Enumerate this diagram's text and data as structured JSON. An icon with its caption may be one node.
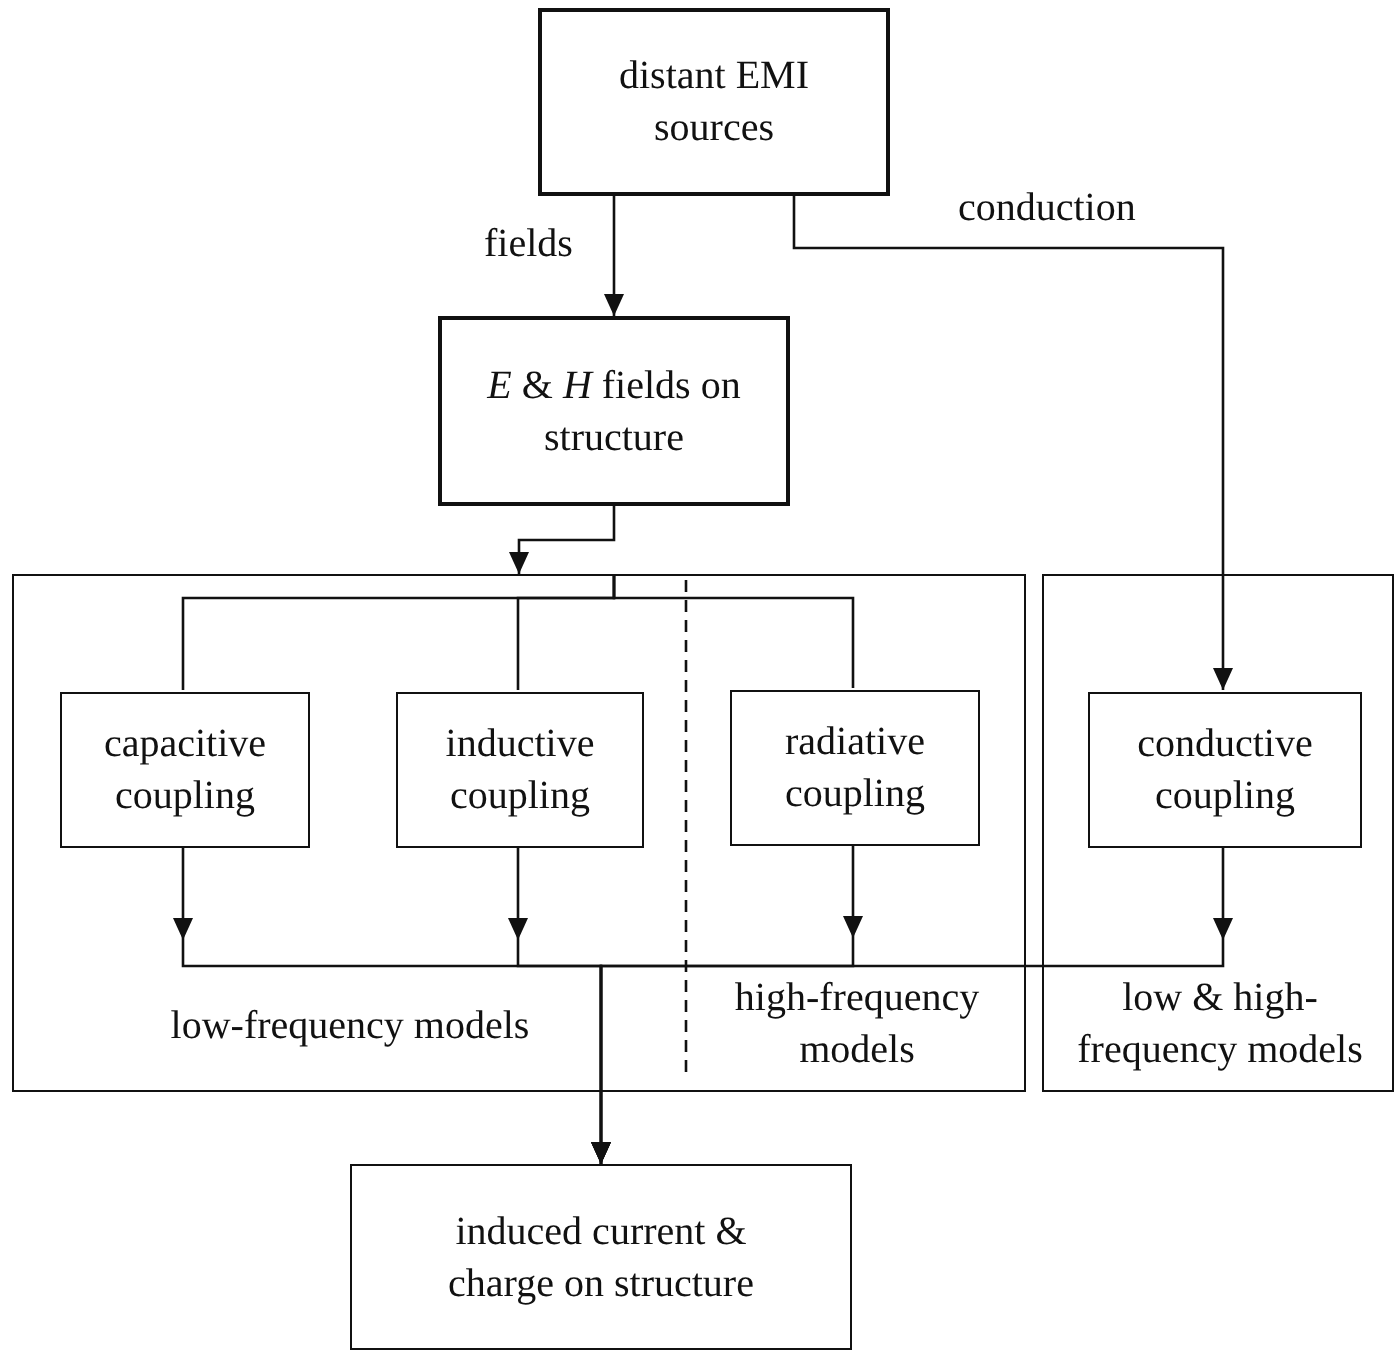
{
  "diagram": {
    "nodes": [
      {
        "text": [
          "distant EMI sources"
        ]
      },
      {
        "text": [
          "*E* & *H* fields on structure"
        ]
      },
      {
        "text": [
          "low-frequency models",
          "high-frequency models"
        ]
      },
      {
        "text": [
          "capacitive coupling"
        ],
        "in": 2
      },
      {
        "text": [
          "inductive coupling"
        ],
        "in": 2
      },
      {
        "text": [
          "radiative coupling"
        ],
        "in": 2
      },
      {
        "text": [
          "low & high-frequency models"
        ]
      },
      {
        "text": [
          "conductive coupling"
        ],
        "in": 6
      },
      {
        "text": [
          "induced current & charge on structure"
        ]
      }
    ],
    "edges": [
      {
        "from": 0,
        "to": 1,
        "arrow": "to",
        "label": "fields"
      },
      {
        "from": 0,
        "to": 7,
        "arrow": "to",
        "label": "conduction"
      },
      {
        "from": 1,
        "to": 2,
        "arrow": "to"
      },
      {
        "from": 2,
        "to": 3,
        "arrow": "none"
      },
      {
        "from": 2,
        "to": 4,
        "arrow": "none"
      },
      {
        "from": 2,
        "to": 5,
        "arrow": "none"
      },
      {
        "from": 3,
        "to": 8,
        "arrow": "to"
      },
      {
        "from": 4,
        "to": 8,
        "arrow": "to"
      },
      {
        "from": 5,
        "to": 8,
        "arrow": "to"
      },
      {
        "from": 7,
        "to": 8,
        "arrow": "to"
      }
    ]
  }
}
